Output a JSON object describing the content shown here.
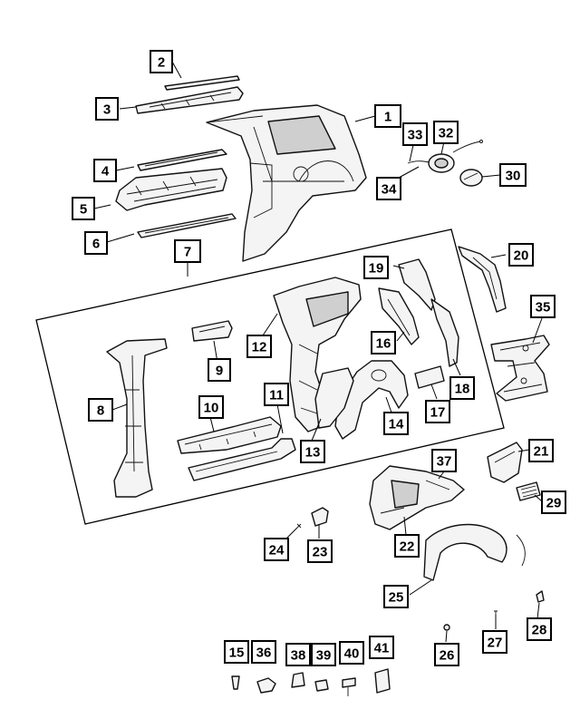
{
  "diagram": {
    "callouts": [
      {
        "id": "c1",
        "label": "1"
      },
      {
        "id": "c2",
        "label": "2"
      },
      {
        "id": "c3",
        "label": "3"
      },
      {
        "id": "c4",
        "label": "4"
      },
      {
        "id": "c5",
        "label": "5"
      },
      {
        "id": "c6",
        "label": "6"
      },
      {
        "id": "c7",
        "label": "7"
      },
      {
        "id": "c8",
        "label": "8"
      },
      {
        "id": "c9",
        "label": "9"
      },
      {
        "id": "c10",
        "label": "10"
      },
      {
        "id": "c11",
        "label": "11"
      },
      {
        "id": "c12",
        "label": "12"
      },
      {
        "id": "c13",
        "label": "13"
      },
      {
        "id": "c14",
        "label": "14"
      },
      {
        "id": "c15",
        "label": "15"
      },
      {
        "id": "c16",
        "label": "16"
      },
      {
        "id": "c17",
        "label": "17"
      },
      {
        "id": "c18",
        "label": "18"
      },
      {
        "id": "c19",
        "label": "19"
      },
      {
        "id": "c20",
        "label": "20"
      },
      {
        "id": "c21",
        "label": "21"
      },
      {
        "id": "c22",
        "label": "22"
      },
      {
        "id": "c23",
        "label": "23"
      },
      {
        "id": "c24",
        "label": "24"
      },
      {
        "id": "c25",
        "label": "25"
      },
      {
        "id": "c26",
        "label": "26"
      },
      {
        "id": "c27",
        "label": "27"
      },
      {
        "id": "c28",
        "label": "28"
      },
      {
        "id": "c29",
        "label": "29"
      },
      {
        "id": "c30",
        "label": "30"
      },
      {
        "id": "c32",
        "label": "32"
      },
      {
        "id": "c33",
        "label": "33"
      },
      {
        "id": "c34",
        "label": "34"
      },
      {
        "id": "c35",
        "label": "35"
      },
      {
        "id": "c36",
        "label": "36"
      },
      {
        "id": "c37",
        "label": "37"
      },
      {
        "id": "c38",
        "label": "38"
      },
      {
        "id": "c39",
        "label": "39"
      },
      {
        "id": "c40",
        "label": "40"
      },
      {
        "id": "c41",
        "label": "41"
      }
    ]
  }
}
